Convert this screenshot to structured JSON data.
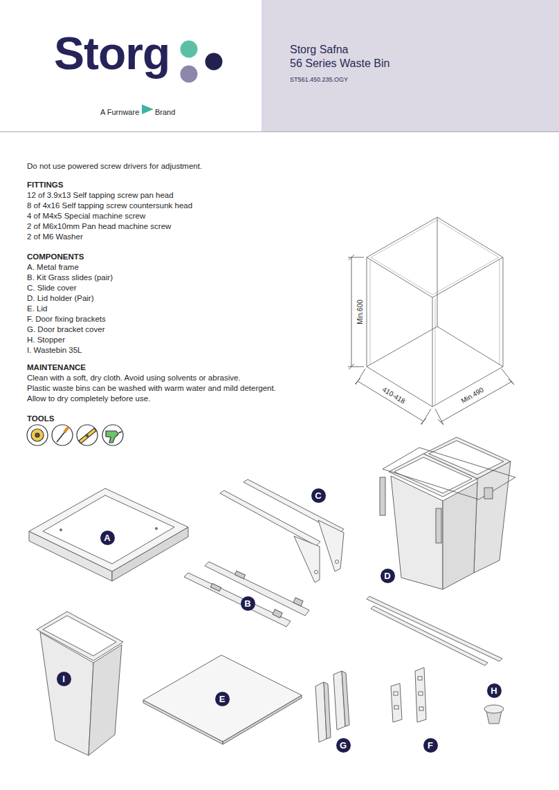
{
  "diagram": {
    "nodes": [
      {
        "text": [
          "Storg Safna",
          "56 Series Waste Bin",
          "ST561.450.235.OGY"
        ]
      },
      {
        "text": [
          "C"
        ]
      },
      {
        "text": [
          "A"
        ]
      },
      {
        "text": [
          "D"
        ]
      },
      {
        "text": [
          "B"
        ]
      },
      {
        "text": [
          "I"
        ]
      },
      {
        "text": [
          "H"
        ]
      },
      {
        "text": [
          "E"
        ]
      },
      {
        "text": [
          "G"
        ]
      },
      {
        "text": [
          "F"
        ]
      }
    ],
    "labels": [
      "Storg",
      "A Furnware",
      "Brand",
      "Do not use powered screw drivers for adjustment.",
      "FITTINGS",
      "12 of 3.9x13 Self tapping screw pan head",
      "8 of 4x16 Self tapping screw countersunk head",
      "4 of M4x5 Special machine screw",
      "2 of M6x10mm Pan head machine screw",
      "2 of M6 Washer",
      "COMPONENTS",
      "A. Metal frame",
      "B. Kit Grass slides (pair)",
      "C. Slide cover",
      "D. Lid holder (Pair)",
      "E. Lid",
      "F. Door fixing brackets",
      "G. Door bracket cover",
      "H. Stopper",
      "I. Wastebin 35L",
      "MAINTENANCE",
      "Clean with a soft, dry cloth. Avoid using solvents or abrasive.",
      "Plastic waste bins can be washed with warm water and mild detergent.",
      "Allow to dry completely before use.",
      "TOOLS",
      "Min.600",
      "410-418",
      "Min.490"
    ]
  }
}
